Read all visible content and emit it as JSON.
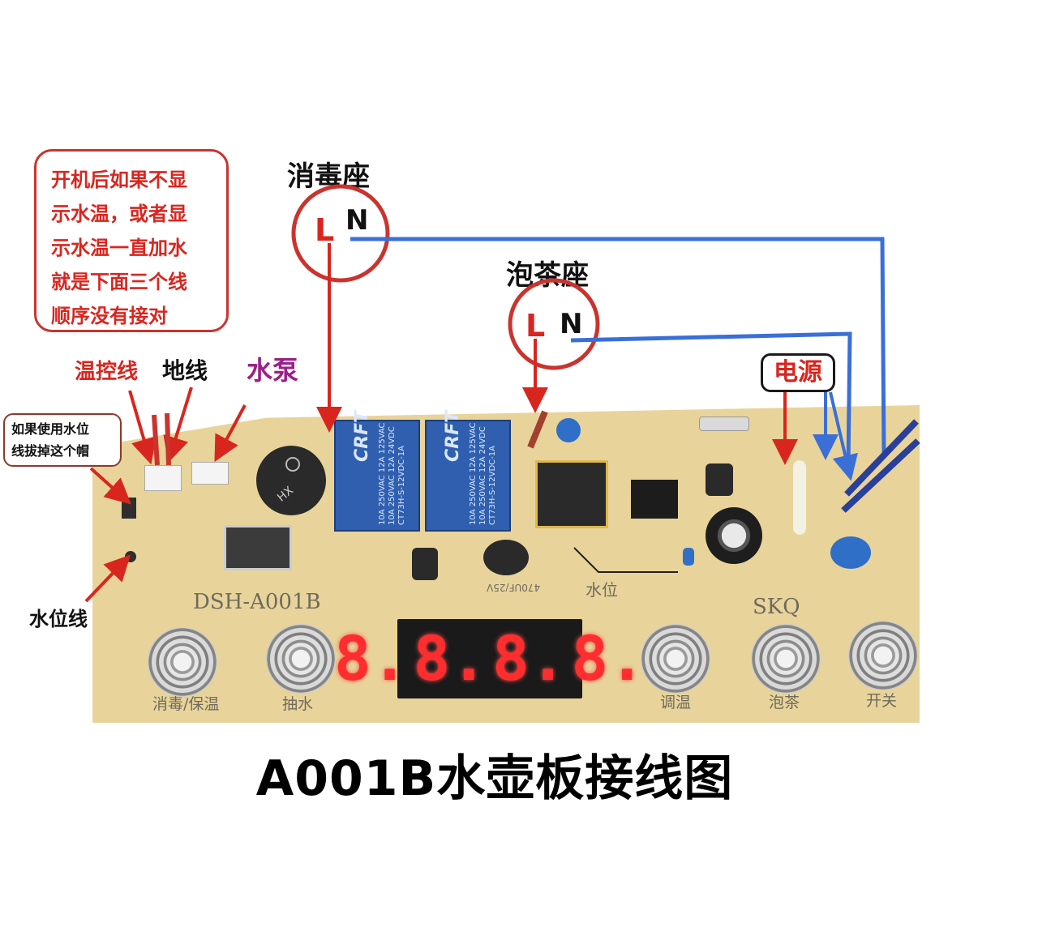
{
  "note": {
    "lines": [
      "开机后如果不显",
      "示水温，或者显",
      "示水温一直加水",
      "就是下面三个线",
      "顺序没有接对"
    ]
  },
  "labels": {
    "disinfect_socket": "消毒座",
    "tea_socket": "泡茶座",
    "temp_wire": "温控线",
    "ground_wire": "地线",
    "pump": "水泵",
    "power": "电源",
    "water_level_wire": "水位线",
    "L": "L",
    "N": "N"
  },
  "hat_note": {
    "lines": [
      "如果使用水位",
      "线拔掉这个帽"
    ]
  },
  "board": {
    "model": "DSH-A001B",
    "brand_mark": "SKQ",
    "water_level": "水位",
    "display_digits": [
      "8.",
      "8.",
      "8.",
      "8."
    ],
    "relay_brand": "CRFT",
    "relay_spec_lines": [
      "10A 250VAC  12A 125VAC",
      "10A 250VAC  12A 24VDC",
      "CT73H-S-12VDC-1A"
    ],
    "cap_label": "470UF/25V",
    "buzzer_label": "HX",
    "button_labels": [
      "消毒/保温",
      "抽水",
      "调温",
      "泡茶",
      "开关"
    ]
  },
  "title": "A001B水壶板接线图",
  "colors": {
    "red": "#d8261f",
    "blue": "#3a6fd8",
    "pcb": "#e8d49a",
    "relay": "#2f5fae",
    "display": "#ff2d2d"
  }
}
